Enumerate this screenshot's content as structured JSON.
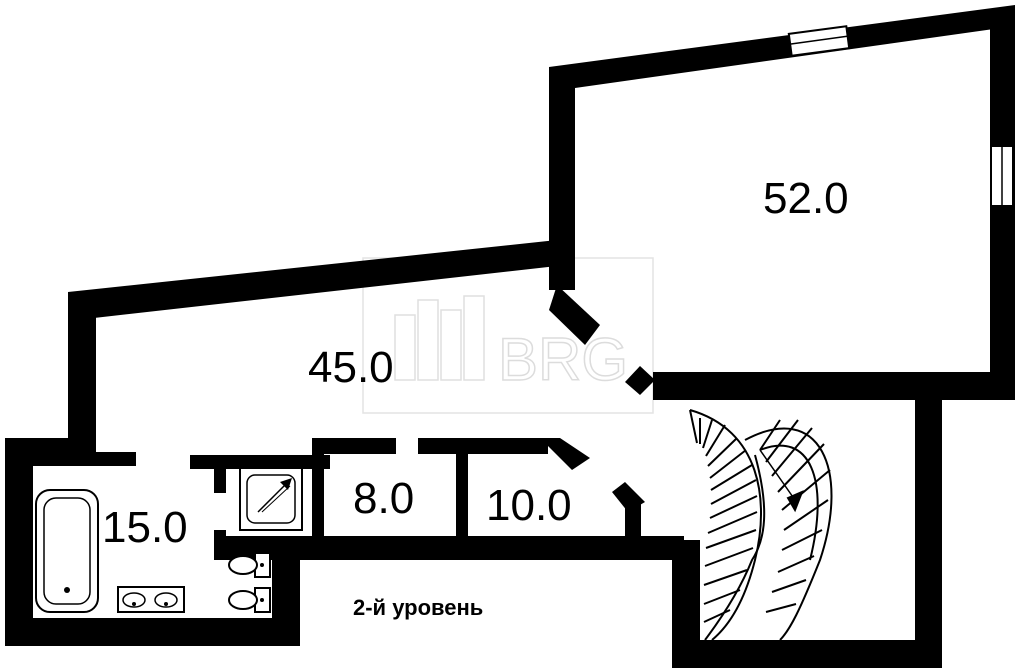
{
  "rooms": {
    "r52": {
      "area": "52.0"
    },
    "r45": {
      "area": "45.0"
    },
    "r15": {
      "area": "15.0"
    },
    "r8": {
      "area": "8.0"
    },
    "r10": {
      "area": "10.0"
    }
  },
  "level_caption": "2-й уровень",
  "watermark": {
    "text": "BRG"
  },
  "colors": {
    "wall": "#000000",
    "background": "#ffffff",
    "watermark": "#d9d9d9"
  }
}
